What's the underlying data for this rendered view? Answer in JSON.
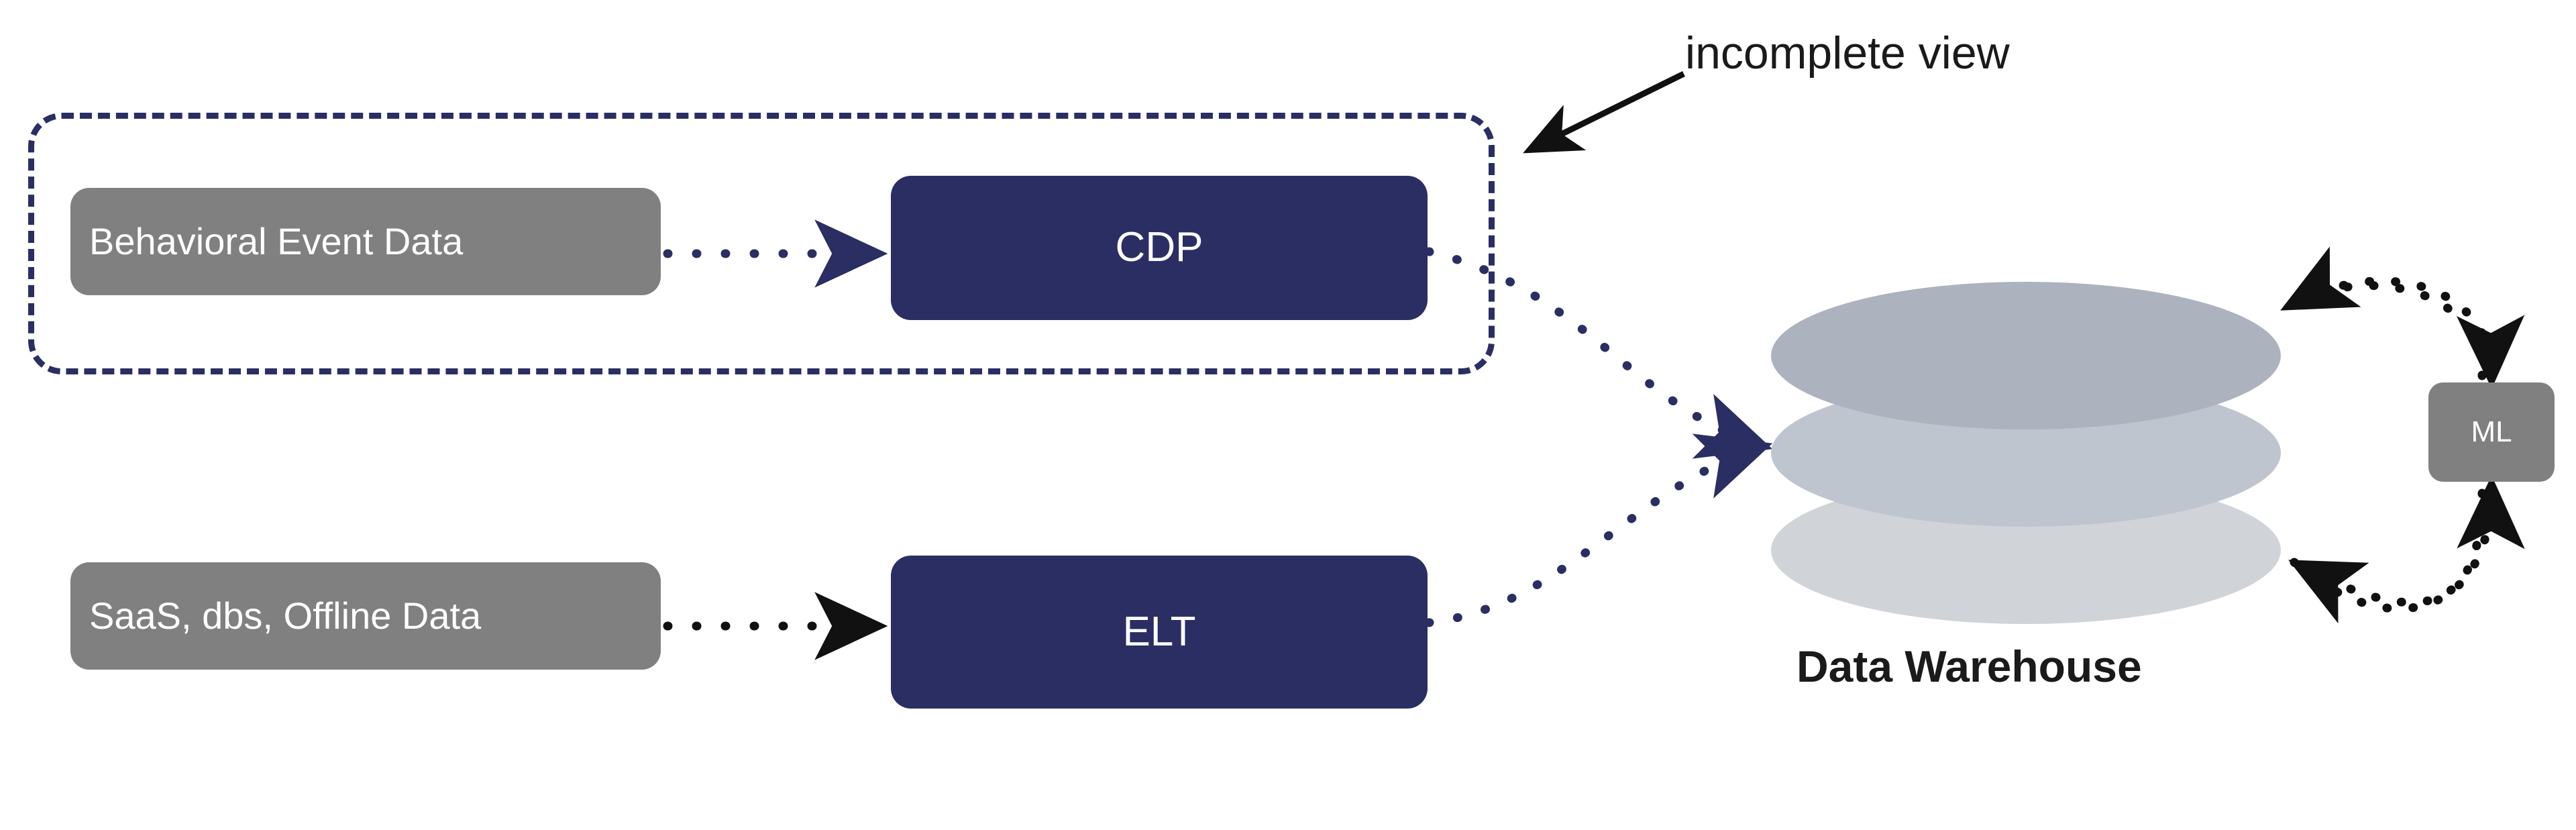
{
  "diagram": {
    "title_text_visible": false,
    "background_color": "#ffffff",
    "colors": {
      "navy": "#2a2e63",
      "gray": "#808080",
      "text_dark": "#1a1a1a",
      "disc_top": "#acb3bf",
      "disc_middle": "#bec5ce",
      "disc_bottom": "#d0d4d9"
    },
    "nodes": [
      {
        "id": "behavioral",
        "label": "Behavioral Event Data",
        "shape": "rounded-rect",
        "fill": "#808080",
        "text_color": "#ffffff"
      },
      {
        "id": "saas",
        "label": "SaaS, dbs, Offline Data",
        "shape": "rounded-rect",
        "fill": "#808080",
        "text_color": "#ffffff"
      },
      {
        "id": "cdp",
        "label": "CDP",
        "shape": "rounded-rect",
        "fill": "#2a2e63",
        "text_color": "#ffffff"
      },
      {
        "id": "elt",
        "label": "ELT",
        "shape": "rounded-rect",
        "fill": "#2a2e63",
        "text_color": "#ffffff"
      },
      {
        "id": "warehouse",
        "label": "Data Warehouse",
        "shape": "stacked-discs",
        "text_color": "#1a1a1a"
      },
      {
        "id": "ml",
        "label": "ML",
        "shape": "rounded-rect",
        "fill": "#808080",
        "text_color": "#ffffff"
      }
    ],
    "annotations": [
      {
        "id": "incomplete-view",
        "label": "incomplete view",
        "points_to": "dashed-group",
        "text_color": "#1a1a1a"
      }
    ],
    "group": {
      "id": "incomplete-view-group",
      "style": "dashed",
      "stroke": "#2a2e63",
      "contains": [
        "behavioral",
        "cdp"
      ]
    },
    "edges": [
      {
        "from": "behavioral",
        "to": "cdp",
        "style": "dotted",
        "color": "#2a2e63",
        "arrow": "end"
      },
      {
        "from": "saas",
        "to": "elt",
        "style": "dotted",
        "color": "#1a1a1a",
        "arrow": "end"
      },
      {
        "from": "cdp",
        "to": "warehouse",
        "style": "dotted",
        "color": "#2a2e63",
        "arrow": "end"
      },
      {
        "from": "elt",
        "to": "warehouse",
        "style": "dotted",
        "color": "#2a2e63",
        "arrow": "end"
      },
      {
        "from": "warehouse",
        "to": "ml",
        "style": "dotted",
        "color": "#1a1a1a",
        "arrow": "end"
      },
      {
        "from": "ml",
        "to": "warehouse",
        "style": "dotted",
        "color": "#1a1a1a",
        "arrow": "end"
      }
    ]
  }
}
